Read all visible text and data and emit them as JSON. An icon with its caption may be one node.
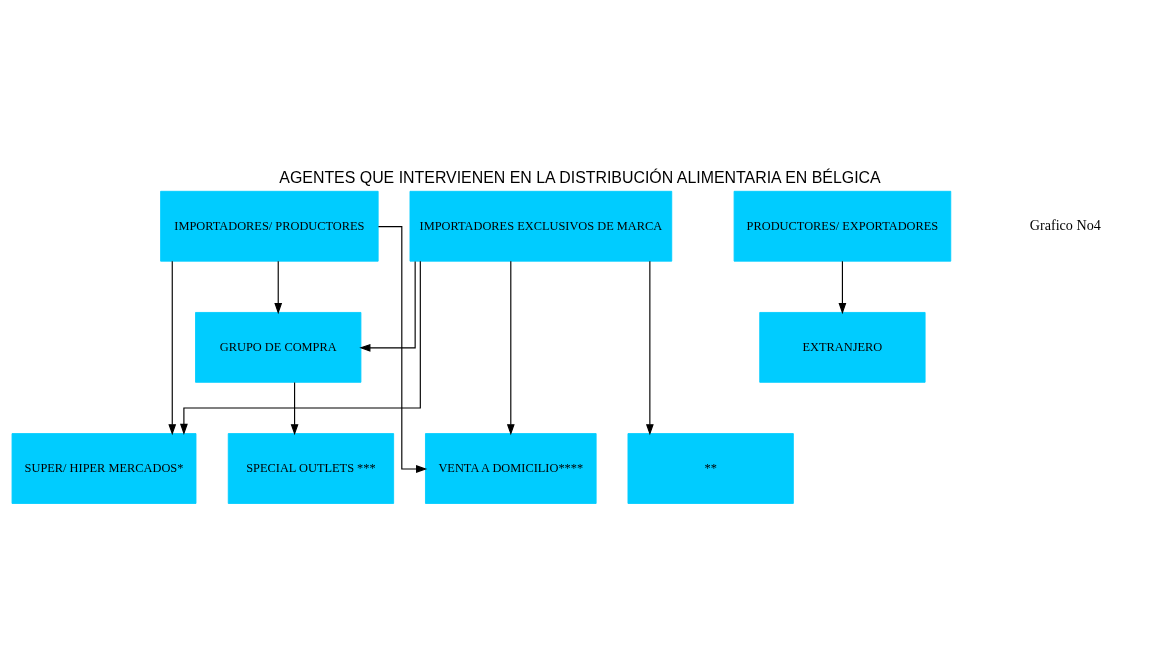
{
  "diagram": {
    "title": "AGENTES QUE INTERVIENEN EN LA DISTRIBUCIÓN ALIMENTARIA EN BÉLGICA",
    "nodes": [
      {
        "text": [
          "IMPORTADORES EXCLUSIVOS DE MARCA"
        ]
      },
      {
        "text": [
          "IMPORTADORES/ PRODUCTORES"
        ]
      },
      {
        "text": [
          "PRODUCTORES/ EXPORTADORES"
        ]
      },
      {
        "text": [
          "GRUPO DE COMPRA"
        ]
      },
      {
        "text": [
          "EXTRANJERO"
        ]
      },
      {
        "text": [
          "SUPER/ HIPER MERCADOS*"
        ]
      },
      {
        "text": [
          "**"
        ]
      },
      {
        "text": [
          "SPECIAL OUTLETS ***"
        ]
      },
      {
        "text": [
          "VENTA A DOMICILIO****"
        ]
      }
    ],
    "edges": [
      {
        "from": 0,
        "to": 5,
        "arrow": "to"
      },
      {
        "from": 0,
        "to": 6,
        "arrow": "to"
      },
      {
        "from": 0,
        "to": 3,
        "arrow": "to"
      },
      {
        "from": 0,
        "to": 8,
        "arrow": "to"
      },
      {
        "from": 1,
        "to": 5,
        "arrow": "to"
      },
      {
        "from": 1,
        "to": 3,
        "arrow": "to"
      },
      {
        "from": 1,
        "to": 8,
        "arrow": "to"
      },
      {
        "from": 3,
        "to": 7,
        "arrow": "to"
      },
      {
        "from": 2,
        "to": 4,
        "arrow": "to"
      }
    ],
    "labels": [
      "Grafico No4"
    ]
  }
}
